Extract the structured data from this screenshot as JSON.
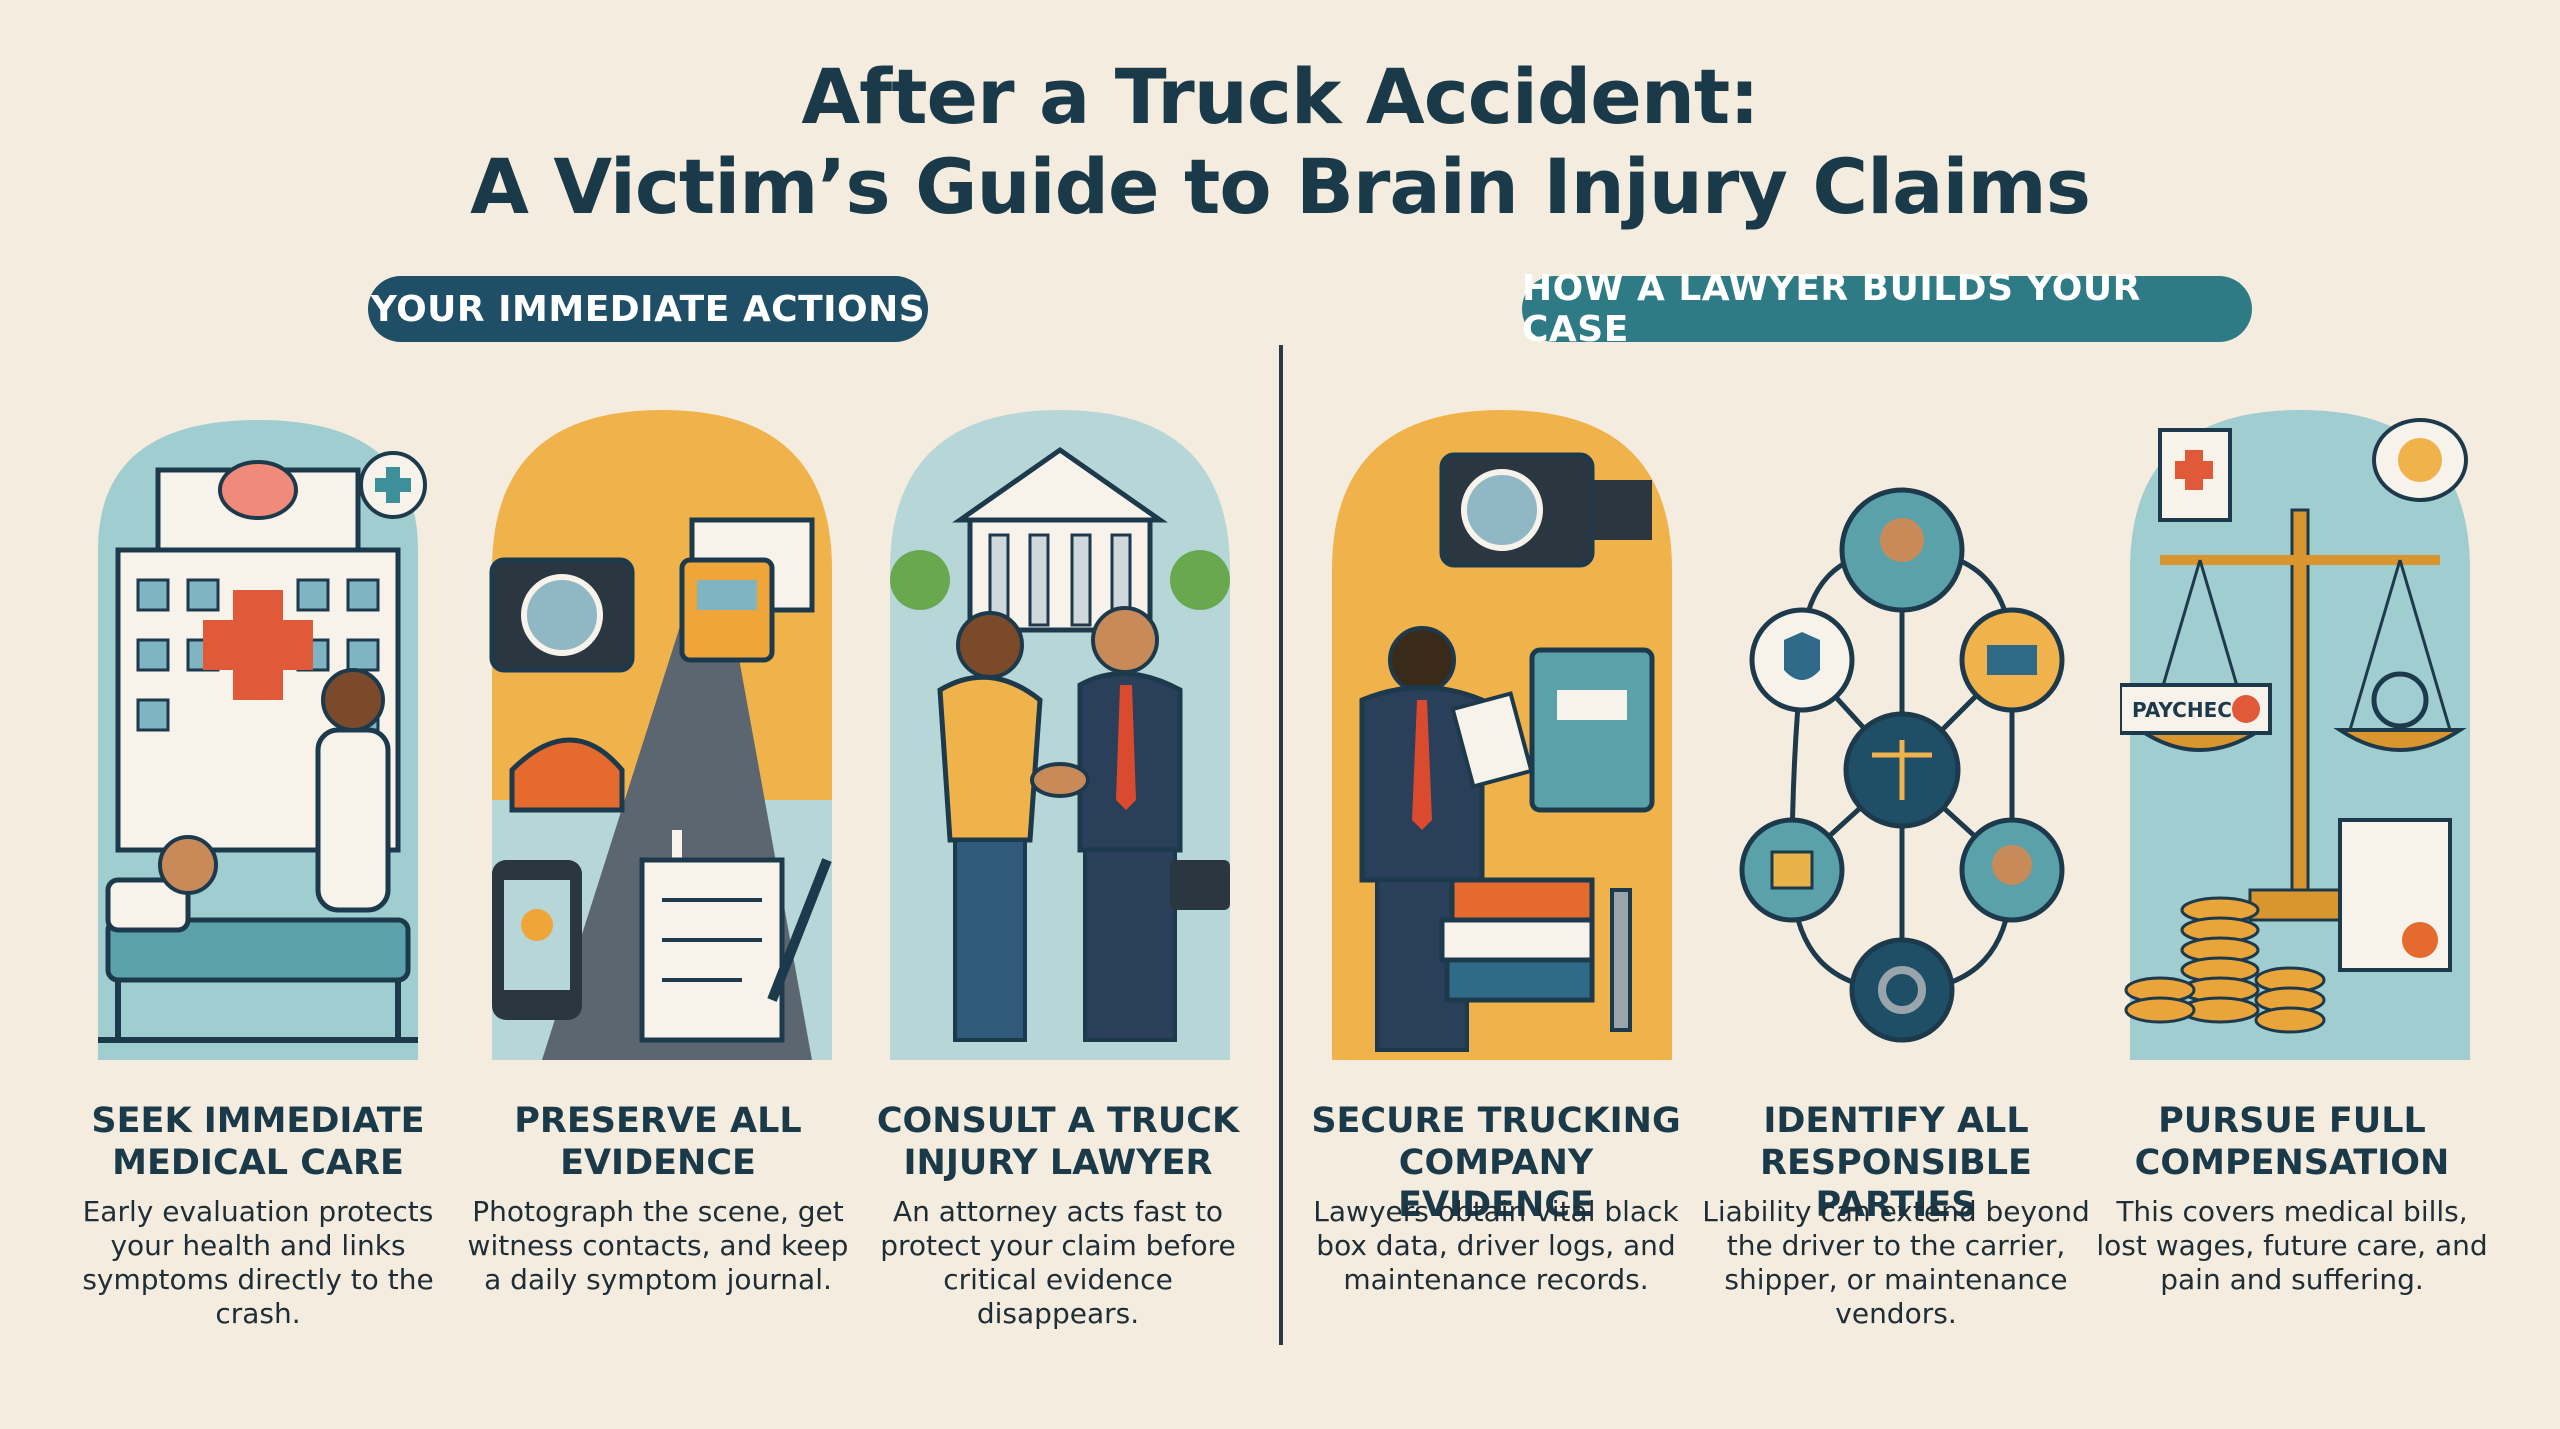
{
  "title": {
    "line1": "After a Truck Accident:",
    "line2": "A Victim’s Guide to Brain Injury Claims"
  },
  "sections": {
    "immediate": "YOUR IMMEDIATE ACTIONS",
    "lawyer": "HOW A LAWYER BUILDS YOUR CASE"
  },
  "steps": [
    {
      "heading": "SEEK IMMEDIATE MEDICAL CARE",
      "text": "Early evaluation protects your health and links symptoms directly to the crash.",
      "icon": "hospital-icon"
    },
    {
      "heading": "PRESERVE ALL EVIDENCE",
      "text": "Photograph the scene, get witness contacts, and keep a daily symptom journal.",
      "icon": "camera-truck-icon"
    },
    {
      "heading": "CONSULT A TRUCK INJURY LAWYER",
      "text": "An attorney acts fast to protect your claim before critical evidence disappears.",
      "icon": "handshake-icon"
    },
    {
      "heading": "SECURE TRUCKING COMPANY EVIDENCE",
      "text": "Lawyers obtain vital black box data, driver logs, and maintenance records.",
      "icon": "black-box-icon"
    },
    {
      "heading": "IDENTIFY ALL RESPONSIBLE PARTIES",
      "text": "Liability can extend beyond the driver to the carrier, shipper, or maintenance vendors.",
      "icon": "network-icon"
    },
    {
      "heading": "PURSUE FULL COMPENSATION",
      "text": "This covers medical bills, lost wages, future care, and pain and suffering.",
      "icon": "scales-icon"
    }
  ],
  "illustration_labels": {
    "paycheck": "PAYCHECK"
  },
  "colors": {
    "background": "#f4ecde",
    "navy": "#1f4f66",
    "teal": "#2e7b86",
    "orange": "#e98b35",
    "gold": "#e9b14a"
  }
}
